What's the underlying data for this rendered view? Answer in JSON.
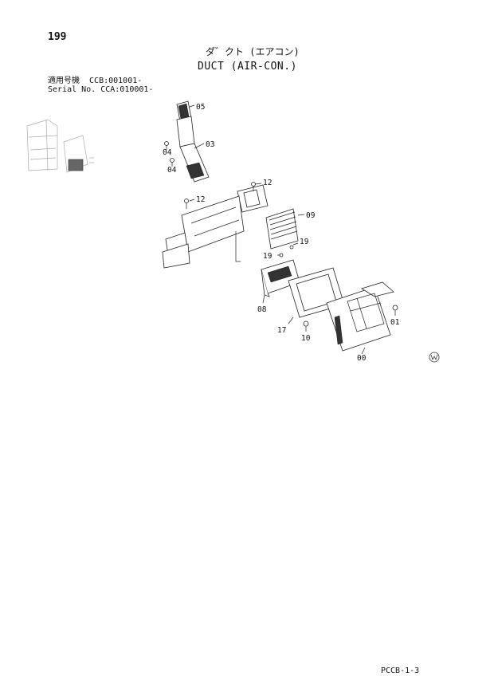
{
  "page_number": "199",
  "title_jp": "ダ゛クト (エアコン)",
  "title_en": "DUCT (AIR-CON.)",
  "serial": {
    "line1": "適用号機  CCB:001001-",
    "line2": "Serial No. CCA:010001-"
  },
  "callouts": [
    "05",
    "03",
    "04",
    "04",
    "12",
    "12",
    "09",
    "19",
    "19",
    "08",
    "17",
    "10",
    "01",
    "00"
  ],
  "page_code": "PCCB-1-3"
}
